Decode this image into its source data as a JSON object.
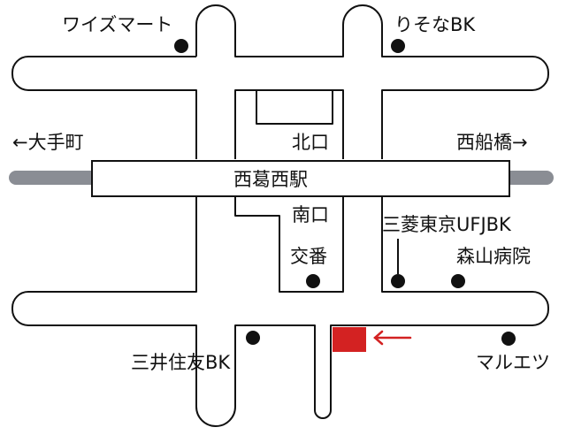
{
  "colors": {
    "line": "#111111",
    "background": "#ffffff",
    "rail": "#8a8d94",
    "destination": "#d32222",
    "pointer": "#d32222"
  },
  "landmarks": {
    "wise_mart": "ワイズマート",
    "resona_bk": "りそなBK",
    "nishikasai_station": "西葛西駅",
    "north_exit": "北口",
    "south_exit": "南口",
    "koban": "交番",
    "mufg_bk": "三菱東京UFJBK",
    "moriyama_hospital": "森山病院",
    "mitsui_sumitomo_bk": "三井住友BK",
    "maruetsu": "マルエツ"
  },
  "directions": {
    "otemachi": "←大手町",
    "nishifunabashi": "西船橋→"
  },
  "icons": {
    "landmark": "filled-circle",
    "destination": "red-square",
    "pointer": "left-arrow"
  }
}
